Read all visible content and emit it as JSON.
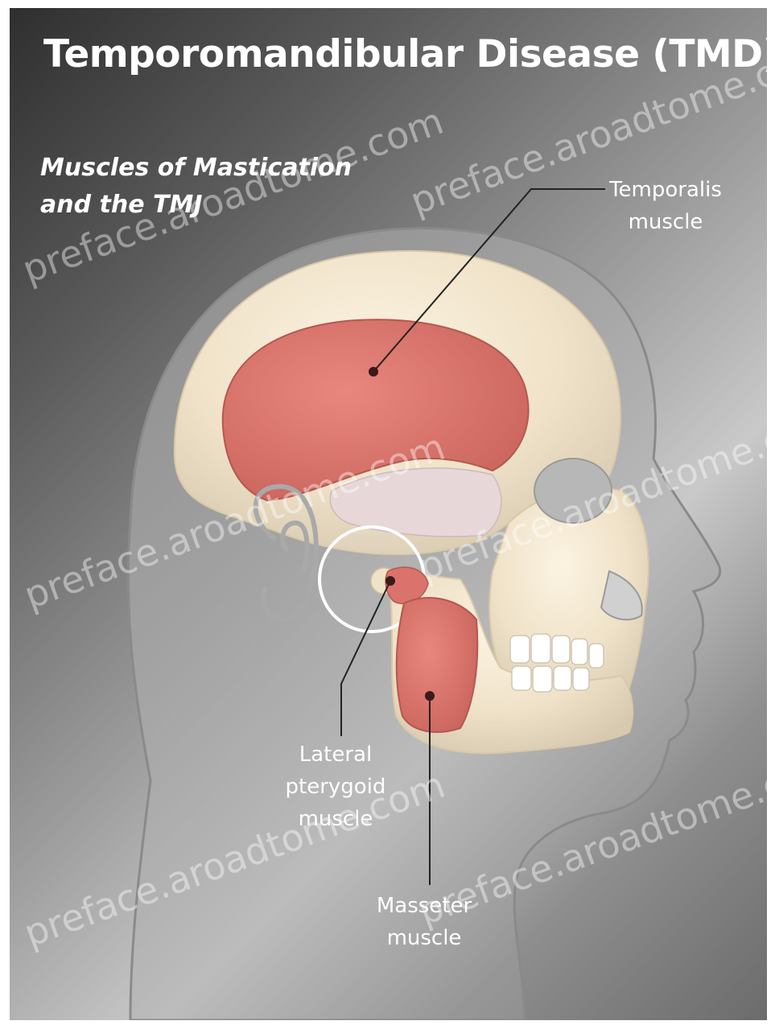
{
  "title": "Temporomandibular Disease (TMD)",
  "subtitle": "Muscles of Mastication and the TMJ",
  "labels": {
    "temporalis": "Temporalis muscle",
    "lateral_pterygoid": "Lateral pterygoid muscle",
    "masseter": "Masseter muscle"
  },
  "watermark": "preface.aroadtome.com",
  "colors": {
    "muscle": "#d9736b",
    "bone": "#f1e4cc",
    "skin_outline": "#8a8a8a",
    "text": "#ffffff"
  }
}
